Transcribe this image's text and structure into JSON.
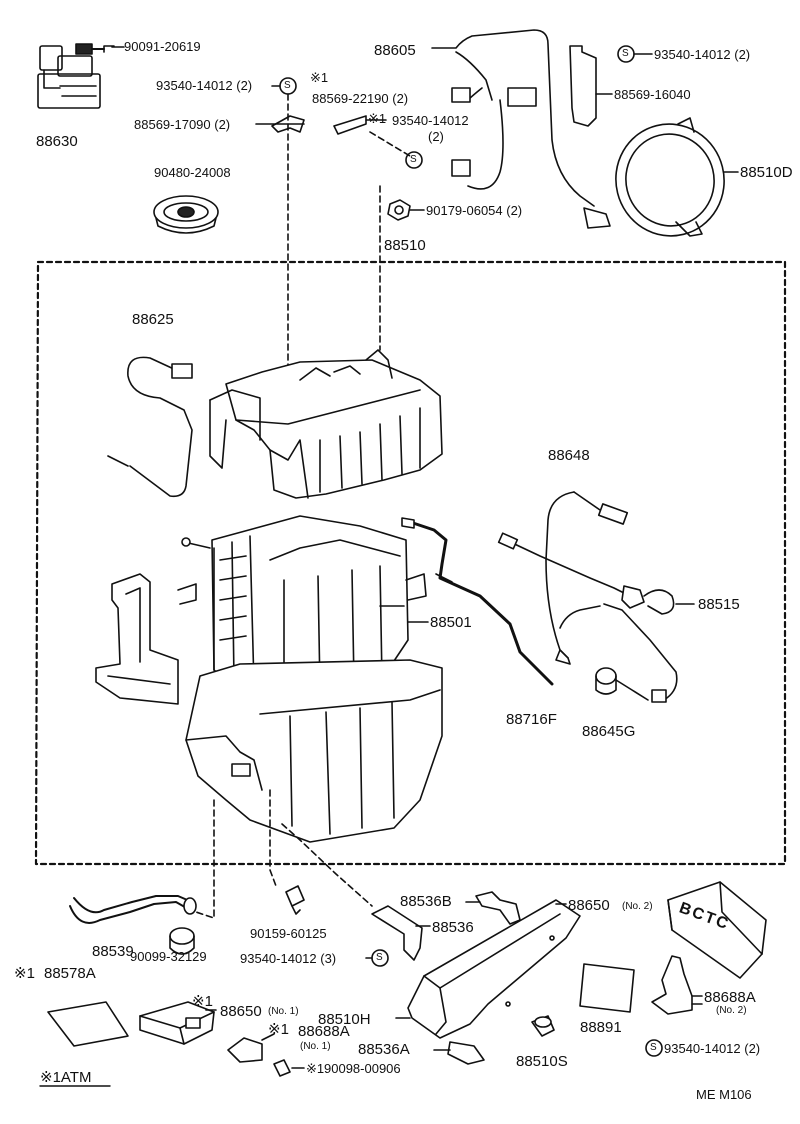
{
  "parts": {
    "p88630": "88630",
    "p90091": "90091-20619",
    "p93540a": "93540-14012 (2)",
    "p93540a_mark": "S",
    "p88569_17090": "88569-17090 (2)",
    "p90480": "90480-24008",
    "p88569_22190_mark": "※1",
    "p88569_22190": "88569-22190 (2)",
    "p93540b_mark": "※1",
    "p93540b": "93540-14012",
    "p93540b_qty": "(2)",
    "p88605": "88605",
    "p93540c": "93540-14012 (2)",
    "p93540c_mark": "S",
    "p88569_16040": "88569-16040",
    "p88510D": "88510D",
    "p90179": "90179-06054 (2)",
    "p88510": "88510",
    "p88625": "88625",
    "p88648": "88648",
    "p88515": "88515",
    "p88501": "88501",
    "p88716F": "88716F",
    "p88645G": "88645G",
    "p88539": "88539",
    "p90099_32129": "90099-32129",
    "p90159": "90159-60125",
    "p93540d": "93540-14012 (3)",
    "p93540d_mark": "S",
    "p88536B": "88536B",
    "p88536": "88536",
    "p88650_2": "88650",
    "p88650_2_no": "(No. 2)",
    "p88578A_mark": "※1",
    "p88578A": "88578A",
    "p88650_1_mark": "※1",
    "p88650_1": "88650",
    "p88650_1_no": "(No. 1)",
    "p88510H": "88510H",
    "p88688A_1_mark": "※1",
    "p88688A_1": "88688A",
    "p88688A_1_no": "(No. 1)",
    "p88536A": "88536A",
    "p88510S": "88510S",
    "p88891": "88891",
    "p88688A_2": "88688A",
    "p88688A_2_no": "(No. 2)",
    "p93540e_mark": "S",
    "p93540e": "93540-14012 (2)",
    "p90098_mark": "※1",
    "p90098": "90098-00906"
  },
  "legend": {
    "atm": "※1ATM"
  },
  "footer": {
    "code": "ME  M106"
  },
  "module_text": "BCTC"
}
